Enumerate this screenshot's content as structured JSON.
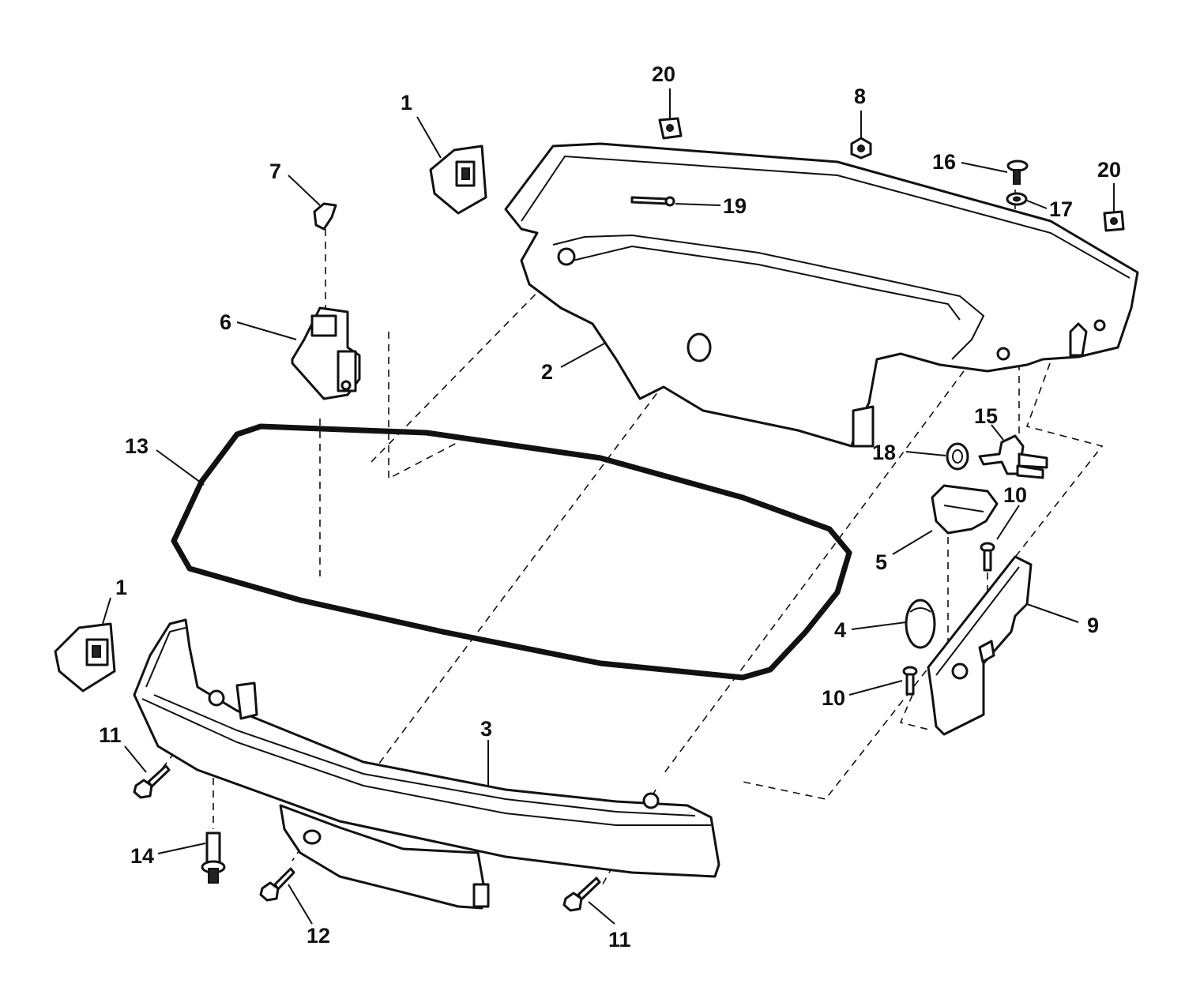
{
  "callouts": {
    "c1a": "1",
    "c1b": "1",
    "c2": "2",
    "c3": "3",
    "c4": "4",
    "c5": "5",
    "c6": "6",
    "c7": "7",
    "c8": "8",
    "c9": "9",
    "c10a": "10",
    "c10b": "10",
    "c11a": "11",
    "c11b": "11",
    "c12": "12",
    "c13": "13",
    "c14": "14",
    "c15": "15",
    "c16": "16",
    "c17": "17",
    "c18": "18",
    "c19": "19",
    "c20a": "20",
    "c20b": "20"
  }
}
